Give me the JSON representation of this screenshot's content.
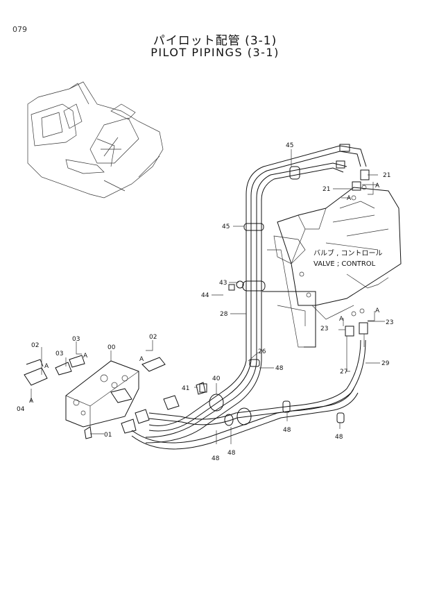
{
  "page_number": "079",
  "title_jp": "パイロット配管 (3-1)",
  "title_en": "PILOT PIPINGS (3-1)",
  "valve_caption_jp": "バルブ , コントロール",
  "valve_caption_en": "VALVE ; CONTROL",
  "labels": {
    "p45_top": "45",
    "p45_mid": "45",
    "p21_right": "21",
    "p21_left": "21",
    "pA_top_right": "A",
    "pA_top_left": "A",
    "p43": "43",
    "p44": "44",
    "p28": "28",
    "p26": "26",
    "p48_a": "48",
    "p23_left": "23",
    "p23_right": "23",
    "pA_mid_left": "A",
    "pA_mid_right": "A",
    "p29": "29",
    "p27": "27",
    "p02_left": "02",
    "p02_right": "02",
    "p03": "03",
    "p03b": "03",
    "p00": "00",
    "pA_03": "A",
    "pA_02L": "A",
    "pA_02R": "A",
    "pA_04": "A",
    "p04": "04",
    "p01": "01",
    "p41": "41",
    "p40": "40",
    "p48_b": "48",
    "p48_c": "48",
    "p48_d": "48",
    "p48_e": "48"
  }
}
